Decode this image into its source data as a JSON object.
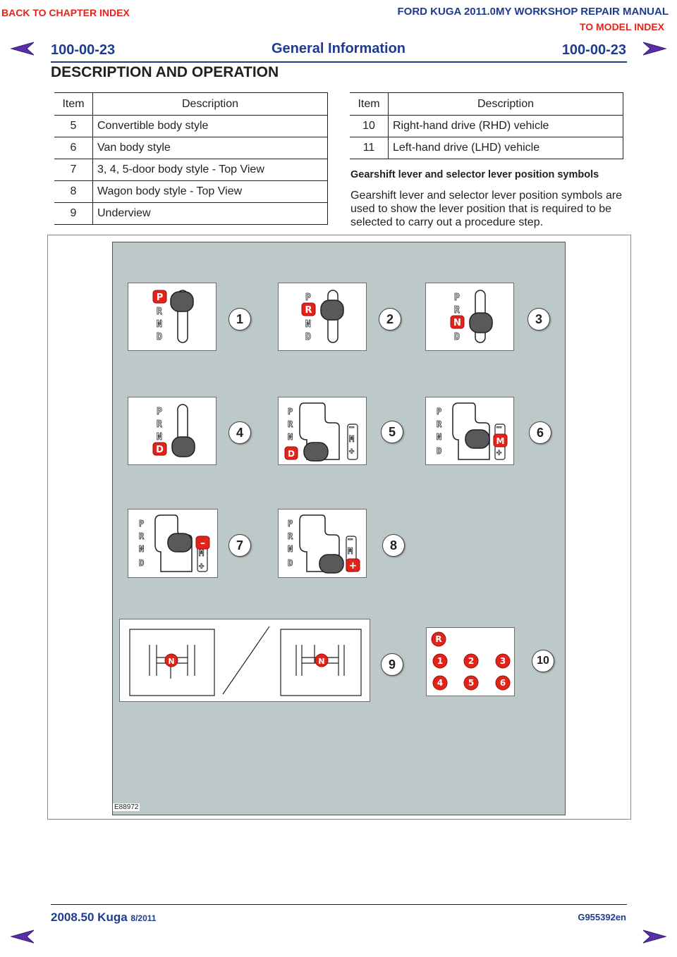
{
  "header": {
    "back_link": "BACK TO CHAPTER INDEX",
    "manual_title": "FORD KUGA 2011.0MY WORKSHOP REPAIR MANUAL",
    "model_link": "TO MODEL INDEX",
    "page_left": "100-00-23",
    "section": "General Information",
    "page_right": "100-00-23",
    "heading": "DESCRIPTION AND OPERATION"
  },
  "table_left": {
    "col_item": "Item",
    "col_desc": "Description",
    "rows": [
      {
        "item": "5",
        "desc": "Convertible body style"
      },
      {
        "item": "6",
        "desc": "Van body style"
      },
      {
        "item": "7",
        "desc": "3, 4, 5-door body style - Top View"
      },
      {
        "item": "8",
        "desc": "Wagon body style - Top View"
      },
      {
        "item": "9",
        "desc": "Underview"
      }
    ]
  },
  "table_right": {
    "col_item": "Item",
    "col_desc": "Description",
    "rows": [
      {
        "item": "10",
        "desc": "Right-hand drive (RHD) vehicle"
      },
      {
        "item": "11",
        "desc": "Left-hand drive (LHD) vehicle"
      }
    ]
  },
  "section2": {
    "heading": "Gearshift lever and selector lever position symbols",
    "body": "Gearshift lever and selector lever position symbols are used to show the lever position that is required to be selected to carry out a procedure step."
  },
  "figure": {
    "id": "E88972",
    "gate_letters": [
      "P",
      "R",
      "N",
      "D"
    ],
    "manual_letters": [
      "M"
    ],
    "callouts": [
      "1",
      "2",
      "3",
      "4",
      "5",
      "6",
      "7",
      "8",
      "9",
      "10"
    ],
    "highlights": [
      "P",
      "R",
      "N",
      "D",
      "D",
      "M",
      "–",
      "+",
      "N",
      "N"
    ],
    "manual_pattern": [
      "R",
      "1",
      "2",
      "3",
      "4",
      "5",
      "6"
    ],
    "colors": {
      "highlight": "#e2231a",
      "knob": "#58595b",
      "background": "#bdc9c9"
    }
  },
  "footer": {
    "model": "2008.50 Kuga",
    "date": "8/2011",
    "code": "G955392en"
  }
}
